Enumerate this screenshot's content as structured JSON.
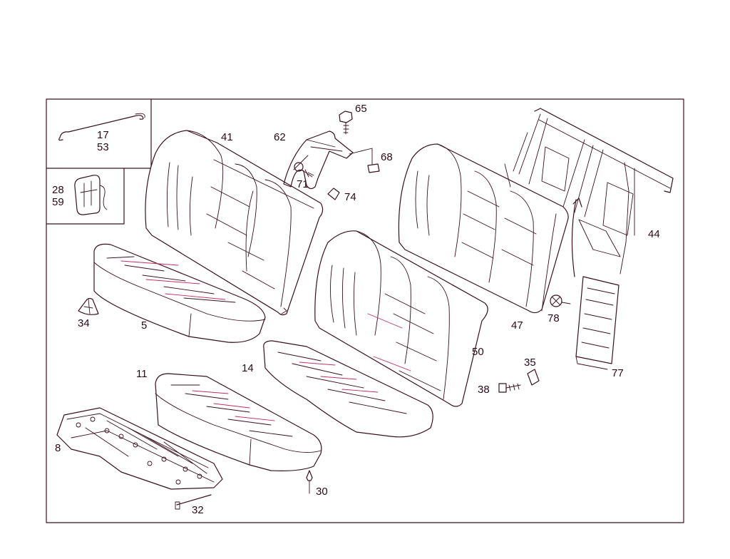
{
  "callouts": {
    "c17": "17",
    "c53": "53",
    "c28": "28",
    "c59": "59",
    "c41": "41",
    "c62": "62",
    "c65": "65",
    "c68": "68",
    "c71": "71",
    "c74": "74",
    "c44": "44",
    "c47": "47",
    "c78": "78",
    "c50": "50",
    "c34": "34",
    "c5": "5",
    "c14": "14",
    "c11": "11",
    "c35": "35",
    "c38": "38",
    "c77": "77",
    "c8": "8",
    "c30": "30",
    "c32": "32"
  },
  "colors": {
    "line": "#3a1020",
    "accent": "#c0305a",
    "text": "#2a0a18",
    "background": "#ffffff"
  }
}
